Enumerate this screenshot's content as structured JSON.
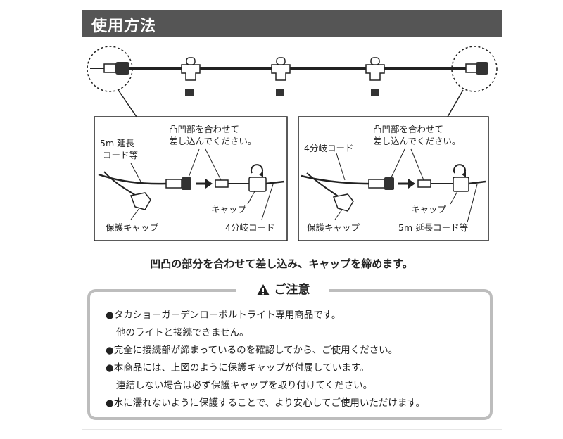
{
  "header": {
    "title": "使用方法"
  },
  "diagram": {
    "left_panel": {
      "top_label": [
        "凸凹部を合わせて",
        "差し込んでください。"
      ],
      "cord_label": [
        "5m 延長",
        "コード等"
      ],
      "cap_label": "キャップ",
      "protect_label": "保護キャップ",
      "branch_label": "4分岐コード"
    },
    "right_panel": {
      "top_label": [
        "凸凹部を合わせて",
        "差し込んでください。"
      ],
      "cord_label": "4分岐コード",
      "cap_label": "キャップ",
      "protect_label": "保護キャップ",
      "extension_label": "5m 延長コード等"
    }
  },
  "instruction": "凹凸の部分を合わせて差し込み、キャップを締めます。",
  "caution": {
    "title": "ご注意",
    "icon": "warning-triangle-icon",
    "notes": [
      {
        "text": "●タカショーガーデンローボルトライト専用商品です。",
        "indent": false
      },
      {
        "text": "他のライトと接続できません。",
        "indent": true
      },
      {
        "text": "●完全に接続部が締まっているのを確認してから、ご使用ください。",
        "indent": false
      },
      {
        "text": "●本商品には、上図のように保護キャップが付属しています。",
        "indent": false
      },
      {
        "text": "連結しない場合は必ず保護キャップを取り付けてください。",
        "indent": true
      },
      {
        "text": "●水に濡れないように保護することで、より安心してご使用いただけます。",
        "indent": false
      }
    ]
  },
  "colors": {
    "header_bg": "#555555",
    "border_gray": "#bdbdbd",
    "text": "#222222"
  }
}
